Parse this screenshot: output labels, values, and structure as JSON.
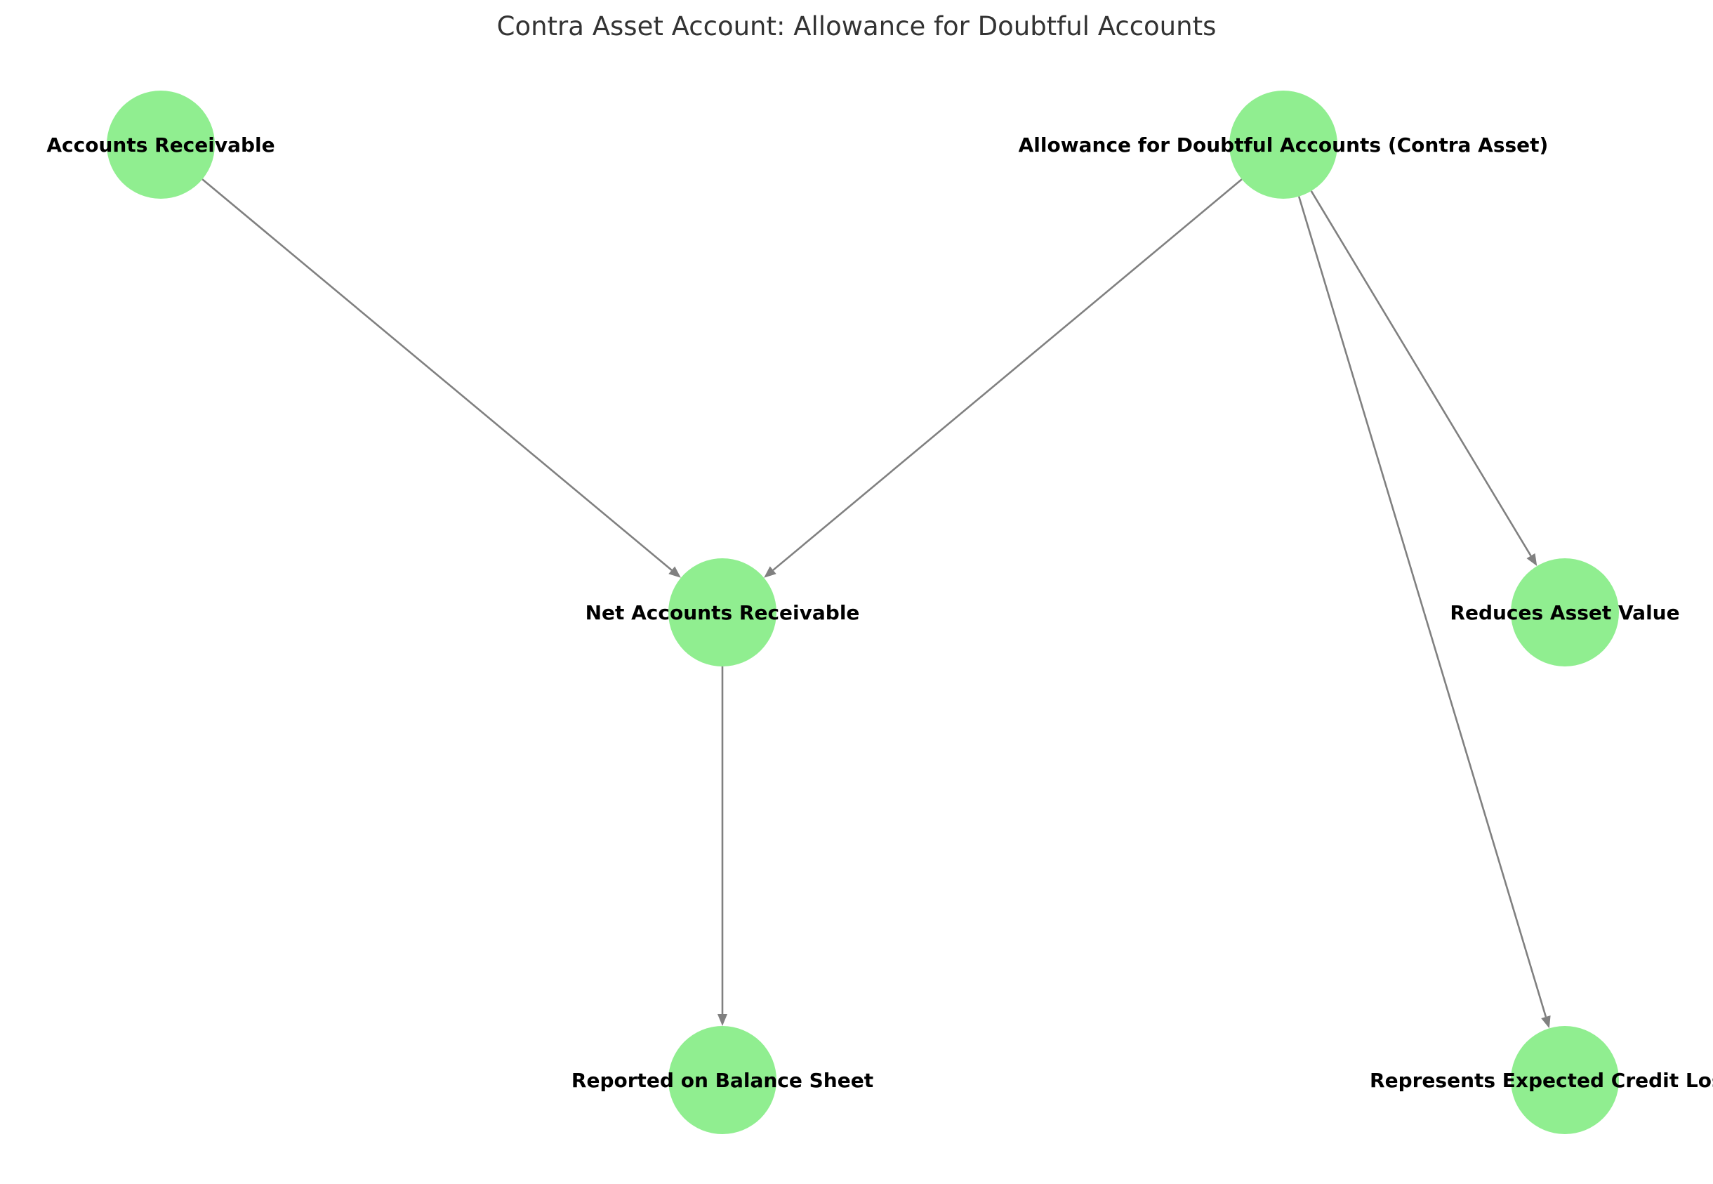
{
  "title": "Contra Asset Account: Allowance for Doubtful Accounts",
  "colors": {
    "node_fill": "#90ee90",
    "edge": "#808080",
    "title": "#333333",
    "label": "#000000"
  },
  "nodes": [
    {
      "id": "ar",
      "label": "Accounts Receivable"
    },
    {
      "id": "allow",
      "label": "Allowance for Doubtful Accounts (Contra Asset)"
    },
    {
      "id": "net",
      "label": "Net Accounts Receivable"
    },
    {
      "id": "reduces",
      "label": "Reduces Asset Value"
    },
    {
      "id": "reported",
      "label": "Reported on Balance Sheet"
    },
    {
      "id": "represents",
      "label": "Represents Expected Credit Losses"
    }
  ],
  "edges": [
    {
      "from": "ar",
      "to": "net"
    },
    {
      "from": "allow",
      "to": "net"
    },
    {
      "from": "allow",
      "to": "reduces"
    },
    {
      "from": "allow",
      "to": "represents"
    },
    {
      "from": "net",
      "to": "reported"
    }
  ]
}
